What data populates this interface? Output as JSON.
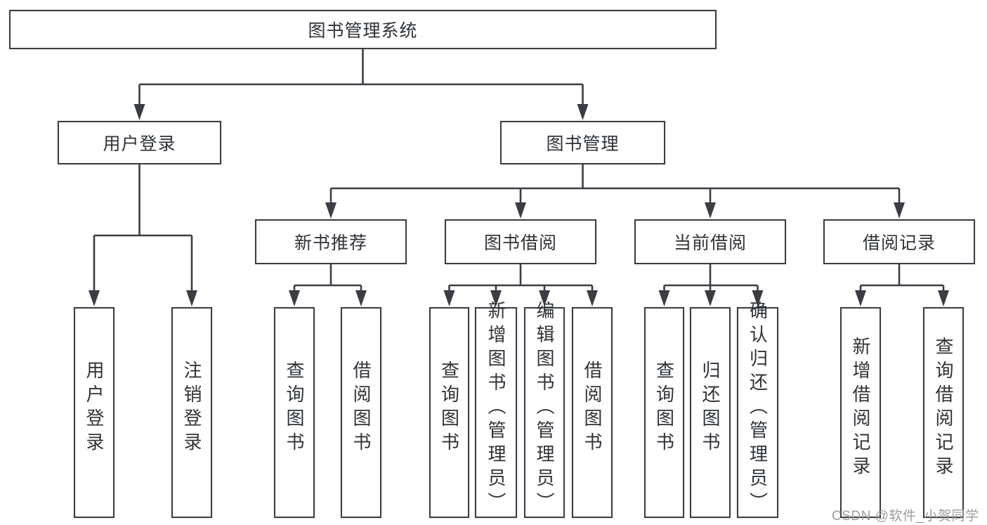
{
  "colors": {
    "line": "#3a3d43",
    "box_border": "#3a3d43",
    "text": "#2f3338",
    "background": "#ffffff",
    "watermark": "#9c9c9c"
  },
  "watermark": {
    "text": "CSDN @软件_小贺同学"
  },
  "tree": {
    "label": "图书管理系统",
    "children": [
      {
        "label": "用户登录",
        "children": [
          {
            "label": "用户登录"
          },
          {
            "label": "注销登录"
          }
        ]
      },
      {
        "label": "图书管理",
        "children": [
          {
            "label": "新书推荐",
            "children": [
              {
                "label": "查询图书"
              },
              {
                "label": "借阅图书"
              }
            ]
          },
          {
            "label": "图书借阅",
            "children": [
              {
                "label": "查询图书"
              },
              {
                "label": "新增图书（管理员）"
              },
              {
                "label": "编辑图书（管理员）"
              },
              {
                "label": "借阅图书"
              }
            ]
          },
          {
            "label": "当前借阅",
            "children": [
              {
                "label": "查询图书"
              },
              {
                "label": "归还图书"
              },
              {
                "label": "确认归还（管理员）"
              }
            ]
          },
          {
            "label": "借阅记录",
            "children": [
              {
                "label": "新增借阅记录"
              },
              {
                "label": "查询借阅记录"
              }
            ]
          }
        ]
      }
    ]
  }
}
